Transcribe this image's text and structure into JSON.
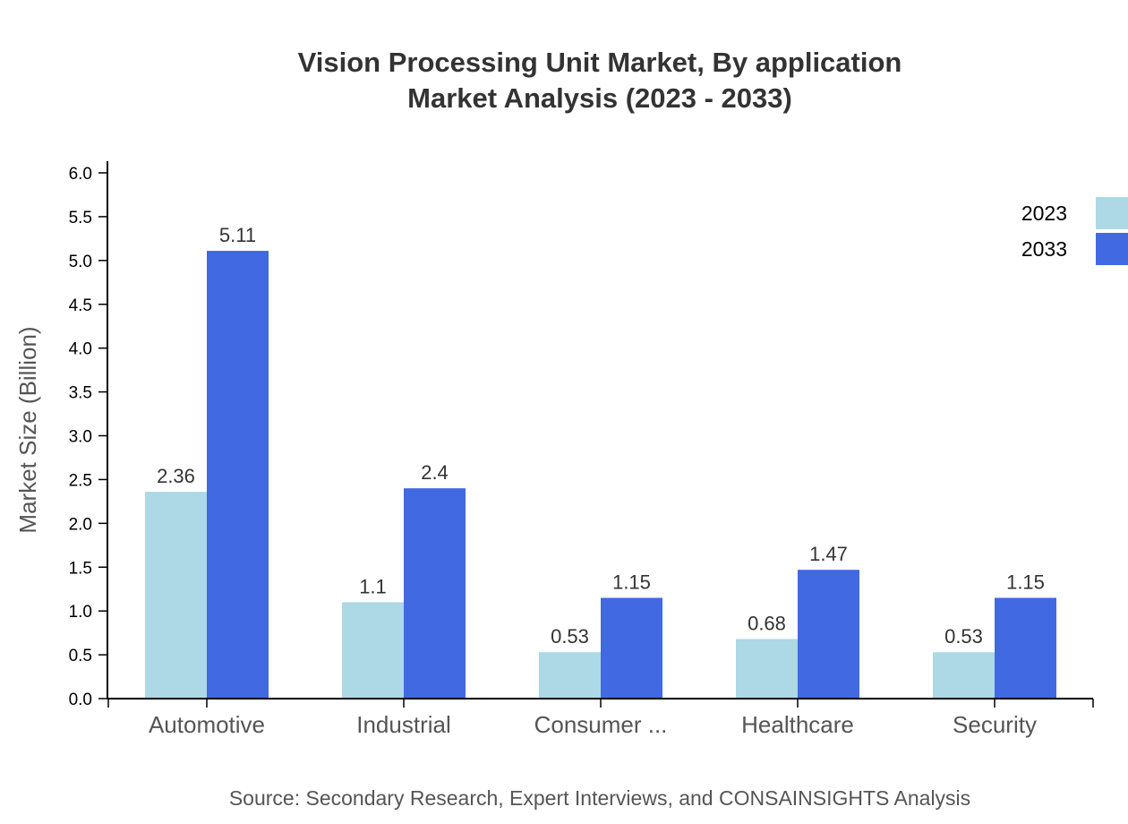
{
  "title": {
    "line1": "Vision Processing Unit Market, By application",
    "line2": "Market Analysis (2023 - 2033)"
  },
  "source": "Source: Secondary Research, Expert Interviews, and CONSAINSIGHTS Analysis",
  "colors": {
    "series_2023": "#add8e6",
    "series_2033": "#4169e1"
  },
  "chart_data": {
    "type": "bar",
    "title": "Vision Processing Unit Market, By application Market Analysis (2023 - 2033)",
    "xlabel": "",
    "ylabel": "Market Size (Billion)",
    "ylim": [
      0,
      6.0
    ],
    "yticks": [
      "0.0",
      "0.5",
      "1.0",
      "1.5",
      "2.0",
      "2.5",
      "3.0",
      "3.5",
      "4.0",
      "4.5",
      "5.0",
      "5.5",
      "6.0"
    ],
    "categories": [
      "Automotive",
      "Industrial",
      "Consumer ...",
      "Healthcare",
      "Security"
    ],
    "series": [
      {
        "name": "2023",
        "values": [
          2.36,
          1.1,
          0.53,
          0.68,
          0.53
        ],
        "labels": [
          "2.36",
          "1.1",
          "0.53",
          "0.68",
          "0.53"
        ]
      },
      {
        "name": "2033",
        "values": [
          5.11,
          2.4,
          1.15,
          1.47,
          1.15
        ],
        "labels": [
          "5.11",
          "2.4",
          "1.15",
          "1.47",
          "1.15"
        ]
      }
    ],
    "legend_position": "top-right",
    "grid": false
  }
}
